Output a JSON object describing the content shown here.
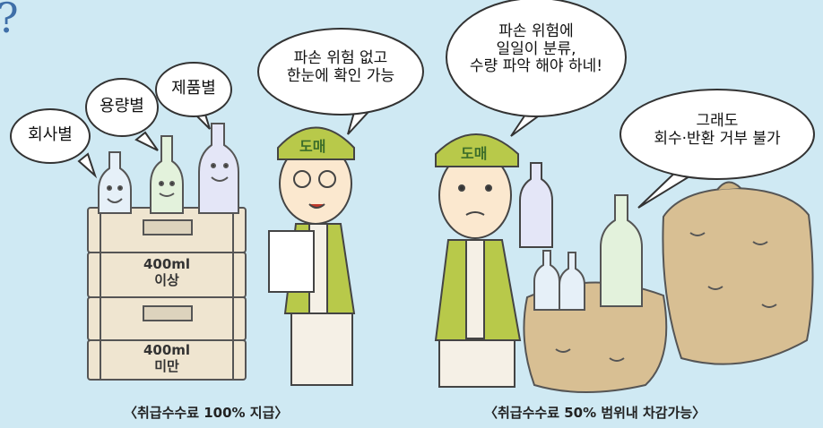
{
  "corner_mark": "?",
  "left_panel": {
    "bubbles": {
      "company": "회사별",
      "capacity": "용량별",
      "product": "제품별",
      "worker_line1": "파손 위험 없고",
      "worker_line2": "한눈에 확인 가능"
    },
    "hat_label": "도매",
    "crate_labels": {
      "upper": [
        "400ml",
        "이상"
      ],
      "lower": [
        "400ml",
        "미만"
      ]
    },
    "caption": "〈취급수수료 100% 지급〉"
  },
  "right_panel": {
    "bubbles": {
      "worker_line1": "파손 위험에",
      "worker_line2": "일일이 분류,",
      "worker_line3": "수량 파악 해야 하네!",
      "bottle_line1": "그래도",
      "bottle_line2": "회수·반환 거부 불가"
    },
    "hat_label": "도매",
    "caption": "〈취급수수료 50% 범위내 차감가능〉"
  },
  "colors": {
    "background": "#cfe9f3",
    "vest": "#b8c94a",
    "sack": "#d8bf93",
    "crate": "#efe5d0"
  }
}
